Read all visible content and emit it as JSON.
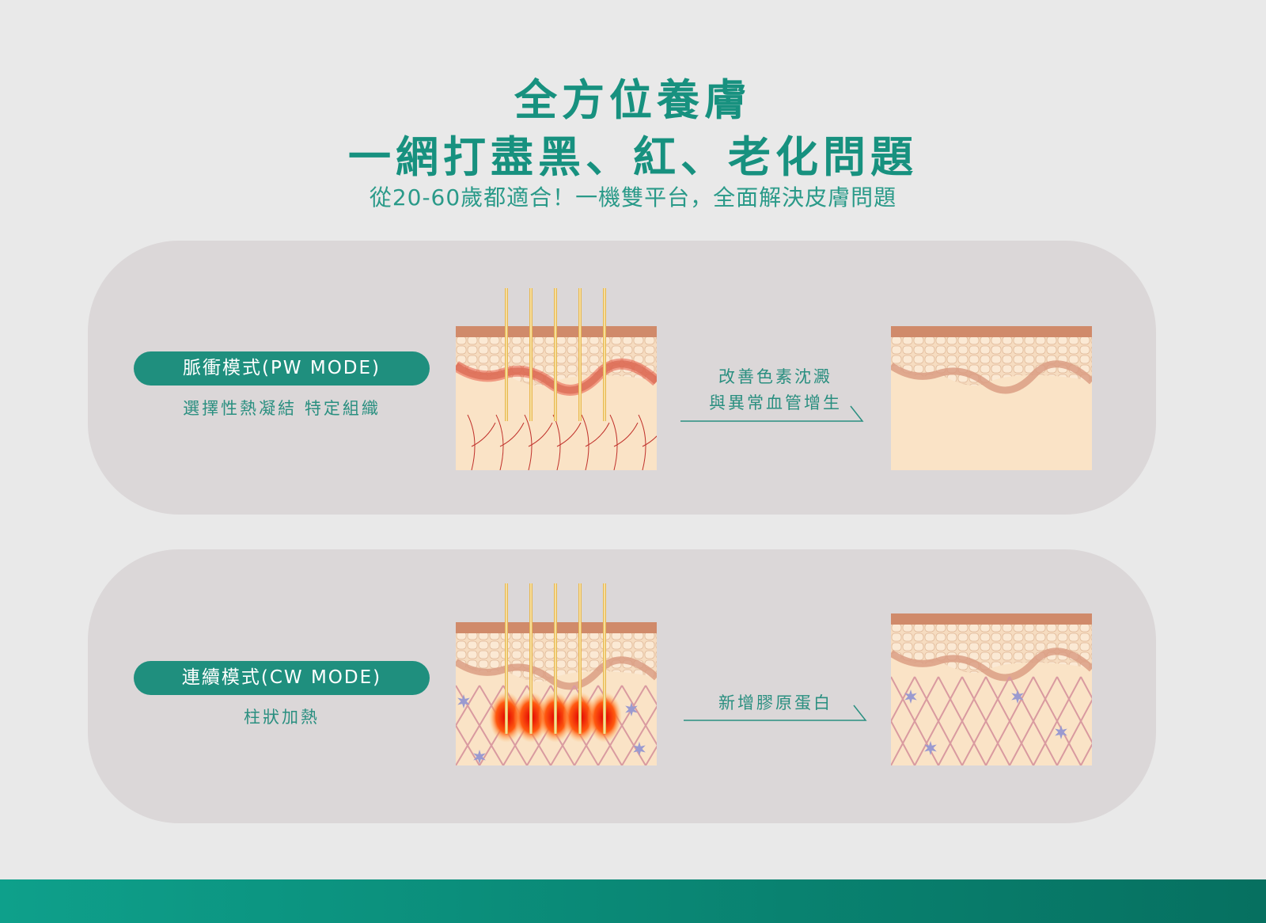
{
  "header": {
    "title_line1": "全方位養膚",
    "title_line2": "一網打盡黑、紅、老化問題",
    "subtitle": "從20-60歲都適合！一機雙平台，全面解決皮膚問題"
  },
  "modes": [
    {
      "label": "脈衝模式(PW MODE)",
      "description": "選擇性熱凝結 特定組織",
      "result_line1": "改善色素沈澱",
      "result_line2": "與異常血管增生"
    },
    {
      "label": "連續模式(CW MODE)",
      "description": "柱狀加熱",
      "result_line1": "新增膠原蛋白",
      "result_line2": ""
    }
  ],
  "colors": {
    "brand": "#1f8f7e",
    "panel": "#dbd7d8",
    "background": "#e9e9e9"
  }
}
